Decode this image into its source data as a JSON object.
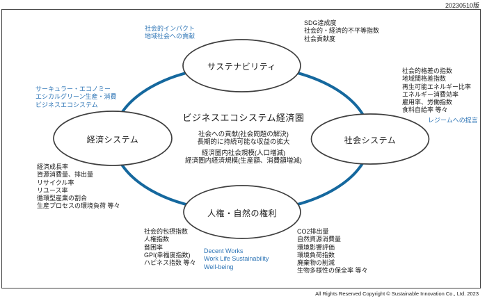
{
  "meta": {
    "version_label": "20230510版",
    "copyright": "All Rights Reserved Copyright © Sustainable Innovation Co., Ltd. 2023"
  },
  "colors": {
    "ring_blue": "#15689E",
    "annotation_blue": "#2E75B6",
    "shape_stroke": "#3F3F3F",
    "shape_fill": "#FFFFFF",
    "frame_border": "#404040"
  },
  "nodes": {
    "top": {
      "label": "サステナビリティ"
    },
    "left": {
      "label": "経済システム"
    },
    "right": {
      "label": "社会システム"
    },
    "bottom": {
      "label": "人権・自然の権利"
    }
  },
  "center": {
    "title": "ビジネスエコシステム経済圏",
    "group1": [
      "社会への貢献(社会問題の解決)",
      "長期的に持続可能な収益の拡大"
    ],
    "group2": [
      "経済圏内社会規模(人口増減)",
      "経済圏内経済規模(生産額、消費額増減)"
    ]
  },
  "blue_notes": {
    "top_left": [
      "社会的インパクト",
      "地域社会への貢献"
    ],
    "left": [
      "サーキュラー・エコノミー",
      "エシカルグリーン生産・消費",
      "ビジネスエコシステム"
    ],
    "right": [
      "レジームへの提言"
    ],
    "bottom": [
      "Decent Works",
      "Work Life Sustainability",
      "Well-being"
    ]
  },
  "indicator_blocks": {
    "top_right": [
      "SDG達成度",
      "社会的・経済的不平等指数",
      "社会貢献度"
    ],
    "right": [
      "社会的格差の指数",
      "地域間格差指数",
      "再生可能エネルギー比率",
      "エネルギー消費効率",
      "雇用率、労働指数",
      "食料自給率 等々"
    ],
    "left": [
      "経済成長率",
      "資源消費量、排出量",
      "リサイクル率",
      "リユース率",
      "循環型産業の割合",
      "生産プロセスの環境負荷 等々"
    ],
    "bottom_left": [
      "社会的包摂指数",
      "人権指数",
      "貧困率",
      "GPI(幸福度指数)",
      "ハピネス指数 等々"
    ],
    "bottom_right": [
      "CO2排出量",
      "自然資源消費量",
      "環境影響評価",
      "環境負荷指数",
      "廃棄物の削減",
      "生物多様性の保全率 等々"
    ]
  }
}
